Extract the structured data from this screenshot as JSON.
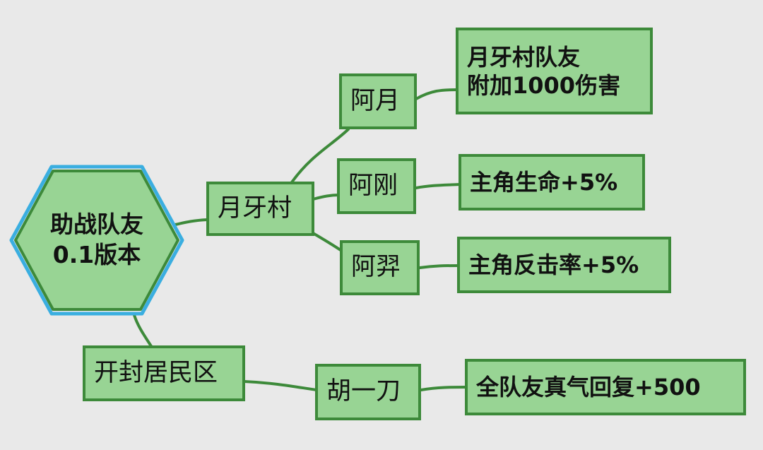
{
  "root": {
    "line1": "助战队友",
    "line2": "0.1版本"
  },
  "nodes": {
    "village_yueya": "月牙村",
    "kaifeng": "开封居民区",
    "ayue": "阿月",
    "agang": "阿刚",
    "ayi": "阿羿",
    "huyidao": "胡一刀",
    "ayue_effect_line1": "月牙村队友",
    "ayue_effect_line2": "附加1000伤害",
    "agang_effect": "主角生命+5%",
    "ayi_effect": "主角反击率+5%",
    "huyidao_effect": "全队友真气回复+500"
  },
  "colors": {
    "background": "#e9e9e9",
    "node_fill": "#98d494",
    "node_border": "#3d8a3a",
    "connector": "#3d8a3a",
    "root_outline": "#3aaee0"
  }
}
